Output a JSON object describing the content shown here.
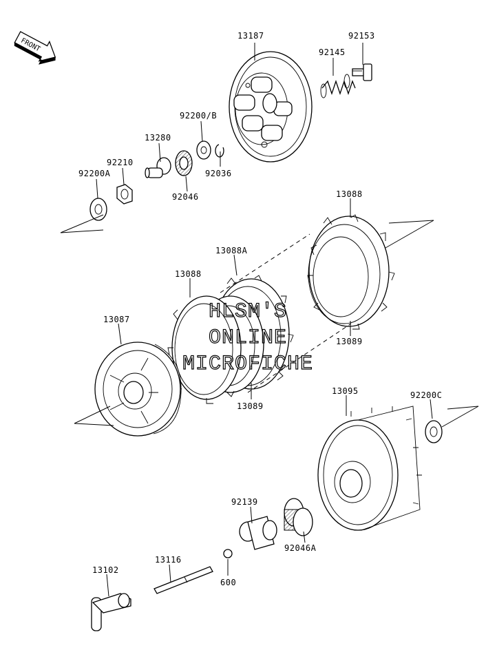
{
  "front_marker": {
    "text": "FRONT"
  },
  "watermark": {
    "lines": [
      "HLSM'S",
      "ONLINE",
      "MICROFICHE"
    ]
  },
  "parts": [
    {
      "id": "13187"
    },
    {
      "id": "92153"
    },
    {
      "id": "92145"
    },
    {
      "id": "92200/B"
    },
    {
      "id": "13280"
    },
    {
      "id": "92210"
    },
    {
      "id": "92200A"
    },
    {
      "id": "92036"
    },
    {
      "id": "92046"
    },
    {
      "id": "13088"
    },
    {
      "id": "13088A"
    },
    {
      "id": "13088"
    },
    {
      "id": "13087"
    },
    {
      "id": "13089"
    },
    {
      "id": "13089"
    },
    {
      "id": "13095"
    },
    {
      "id": "92200C"
    },
    {
      "id": "92139"
    },
    {
      "id": "92046A"
    },
    {
      "id": "13116"
    },
    {
      "id": "13102"
    },
    {
      "id": "600"
    }
  ]
}
